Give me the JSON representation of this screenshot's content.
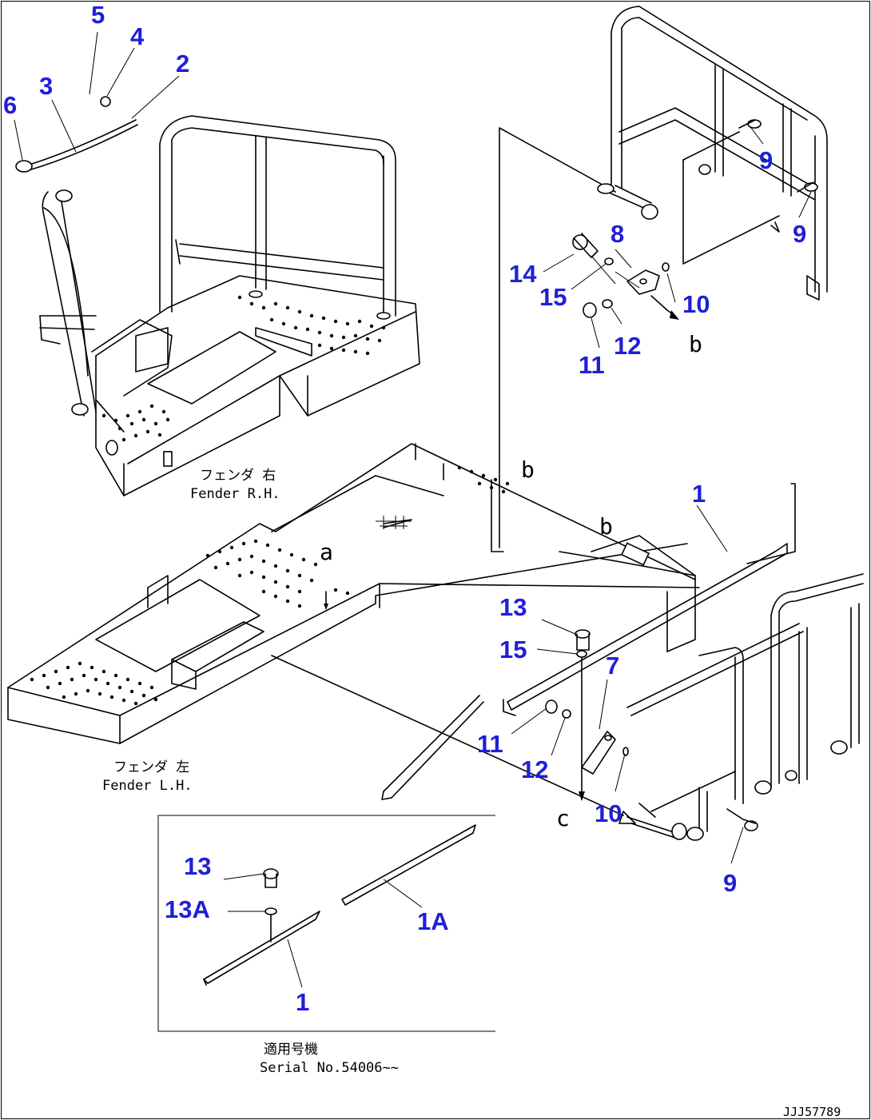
{
  "drawing": {
    "callouts": {
      "c1": "1",
      "c1b": "1",
      "c1A": "1A",
      "c2": "2",
      "c3": "3",
      "c4": "4",
      "c5": "5",
      "c6": "6",
      "c7": "7",
      "c8": "8",
      "c9a": "9",
      "c9b": "9",
      "c9c": "9",
      "c10a": "10",
      "c10b": "10",
      "c11a": "11",
      "c11b": "11",
      "c12a": "12",
      "c12b": "12",
      "c13a": "13",
      "c13b": "13",
      "c13A": "13A",
      "c14": "14",
      "c15a": "15",
      "c15b": "15"
    },
    "labels": {
      "fender_rh_jp": "フェンダ 右",
      "fender_rh_en": "Fender R.H.",
      "fender_lh_jp": "フェンダ 左",
      "fender_lh_en": "Fender L.H.",
      "serial_jp": "適用号機",
      "serial_en": "Serial No.54006~~",
      "ref_a": "a",
      "ref_b1": "b",
      "ref_b2": "b",
      "ref_b3": "b",
      "ref_c": "c"
    },
    "drawing_code": "JJJ57789"
  }
}
